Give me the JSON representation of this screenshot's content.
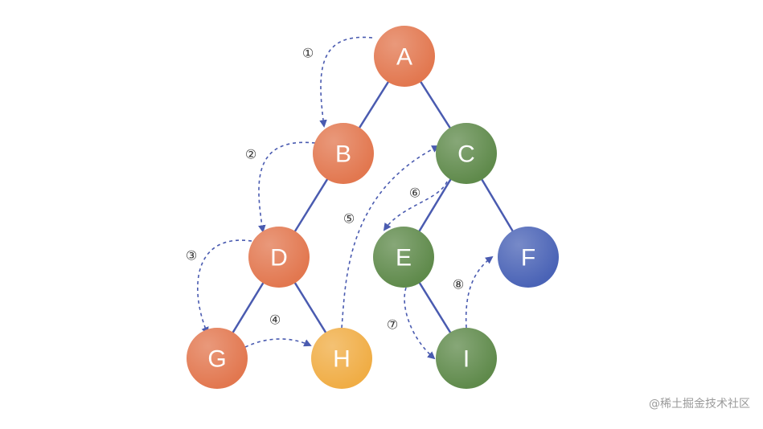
{
  "tree": {
    "nodes": [
      {
        "id": "A",
        "label": "A",
        "color": "#e2774f"
      },
      {
        "id": "B",
        "label": "B",
        "color": "#e2774f"
      },
      {
        "id": "C",
        "label": "C",
        "color": "#5f8a4b"
      },
      {
        "id": "D",
        "label": "D",
        "color": "#e2774f"
      },
      {
        "id": "E",
        "label": "E",
        "color": "#5f8a4b"
      },
      {
        "id": "F",
        "label": "F",
        "color": "#4a63b6"
      },
      {
        "id": "G",
        "label": "G",
        "color": "#e2774f"
      },
      {
        "id": "H",
        "label": "H",
        "color": "#f0ad45"
      },
      {
        "id": "I",
        "label": "I",
        "color": "#5f8a4b"
      }
    ],
    "edges": [
      [
        "A",
        "B"
      ],
      [
        "A",
        "C"
      ],
      [
        "B",
        "D"
      ],
      [
        "C",
        "E"
      ],
      [
        "C",
        "F"
      ],
      [
        "D",
        "G"
      ],
      [
        "D",
        "H"
      ],
      [
        "E",
        "I"
      ]
    ],
    "traversal_steps": [
      {
        "label": "①",
        "from": "A",
        "to": "B"
      },
      {
        "label": "②",
        "from": "B",
        "to": "D"
      },
      {
        "label": "③",
        "from": "D",
        "to": "G"
      },
      {
        "label": "④",
        "from": "G",
        "to": "H"
      },
      {
        "label": "⑤",
        "from": "H",
        "to": "C"
      },
      {
        "label": "⑥",
        "from": "C",
        "to": "E"
      },
      {
        "label": "⑦",
        "from": "E",
        "to": "I"
      },
      {
        "label": "⑧",
        "from": "I",
        "to": "F"
      }
    ],
    "edge_color": "#4a5bb0",
    "step_arrow_color": "#4a5bb0"
  },
  "watermark": "@稀土掘金技术社区"
}
